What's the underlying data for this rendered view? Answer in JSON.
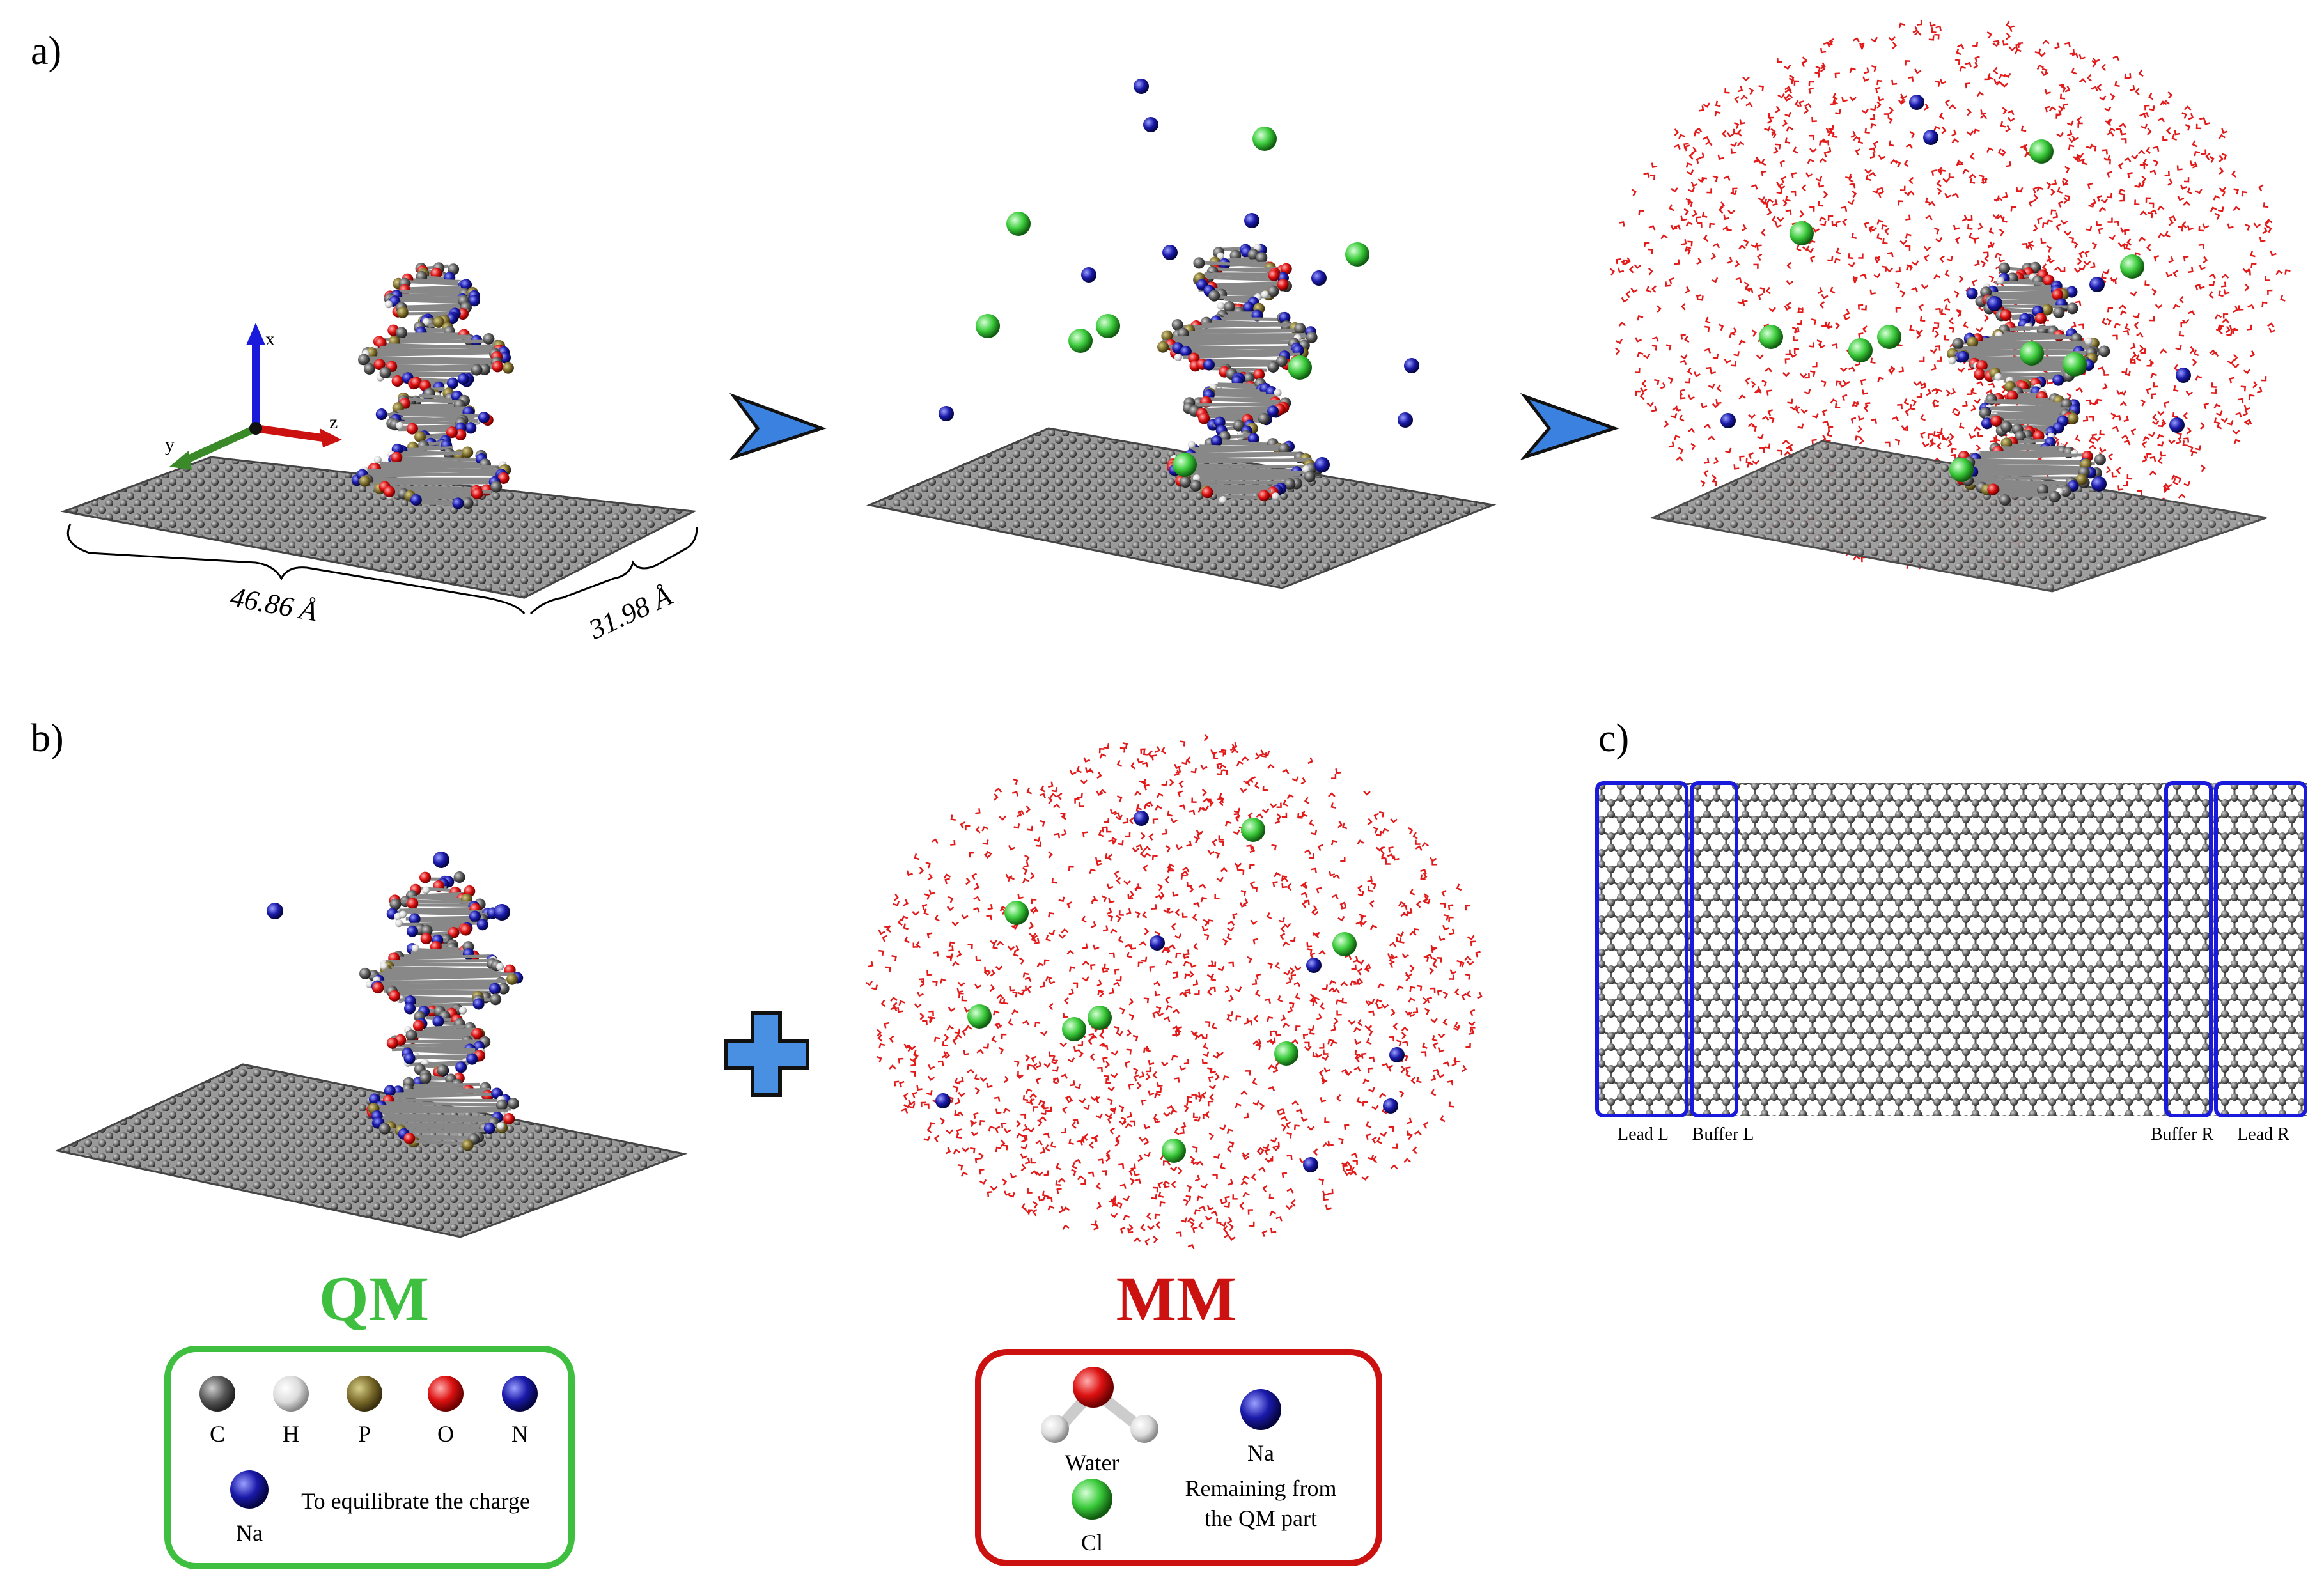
{
  "panels": {
    "a": "a)",
    "b": "b)",
    "c": "c)"
  },
  "axes": {
    "x": "x",
    "y": "y",
    "z": "z"
  },
  "dimensions": {
    "length": "46.86 Å",
    "width": "31.98 Å"
  },
  "regions": {
    "lead_left": "Lead L",
    "buffer_left": "Buffer L",
    "buffer_right": "Buffer R",
    "lead_right": "Lead R"
  },
  "qm": {
    "title": "QM",
    "title_color": "#3fbf3f",
    "box_color": "#3fbf3f",
    "atoms": [
      {
        "label": "C",
        "color": "#555555"
      },
      {
        "label": "H",
        "color": "#e6e6e6"
      },
      {
        "label": "P",
        "color": "#7a6a2a"
      },
      {
        "label": "O",
        "color": "#dd1111"
      },
      {
        "label": "N",
        "color": "#1a1aaa"
      }
    ],
    "na_label": "Na",
    "na_note": "To equilibrate the charge"
  },
  "mm": {
    "title": "MM",
    "title_color": "#cc1111",
    "box_color": "#cc1111",
    "water_label": "Water",
    "cl_label": "Cl",
    "na_label": "Na",
    "na_note_line1": "Remaining from",
    "na_note_line2": "the QM part"
  },
  "colors": {
    "graphene": "#6e6e6e",
    "sodium": "#1a1aaa",
    "chlorine": "#3ccc3c",
    "water": "#e21a1a",
    "region_box": "#1a1add",
    "arrow": "#3b82e0",
    "plus": "#4a90e2"
  }
}
